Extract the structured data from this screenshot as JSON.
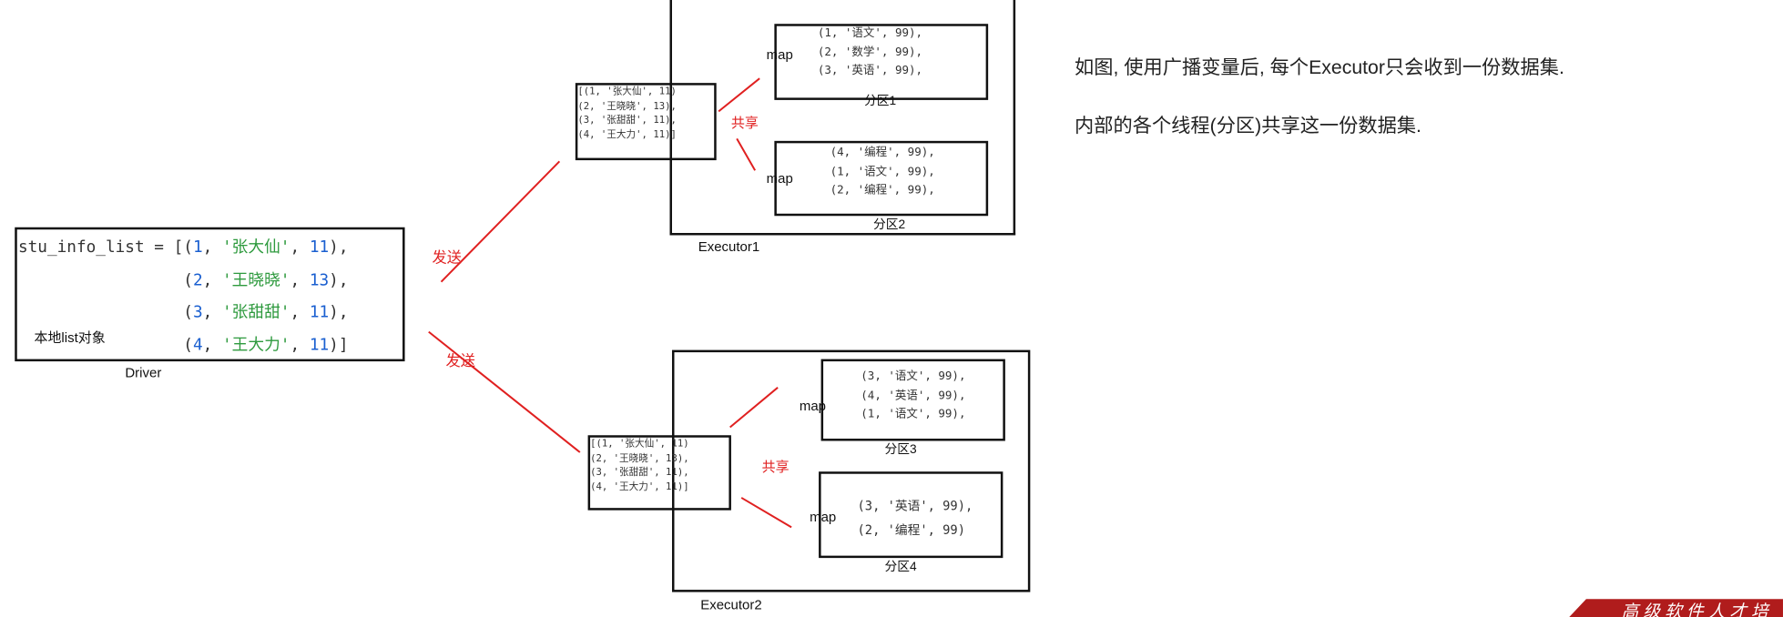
{
  "driver": {
    "code_lines": [
      {
        "prefix": "stu_info_list = [(",
        "n1": "1",
        "s": "'张大仙'",
        "n2": "11",
        "suffix": "),"
      },
      {
        "prefix": "                 (",
        "n1": "2",
        "s": "'王晓晓'",
        "n2": "13",
        "suffix": "),"
      },
      {
        "prefix": "                 (",
        "n1": "3",
        "s": "'张甜甜'",
        "n2": "11",
        "suffix": "),"
      },
      {
        "prefix": "                 (",
        "n1": "4",
        "s": "'王大力'",
        "n2": "11",
        "suffix": ")]"
      }
    ],
    "local_label": "本地list对象",
    "caption": "Driver"
  },
  "send_label": "发送",
  "share_label": "共享",
  "map_label": "map",
  "broadcast_list": [
    "[(1, '张大仙', 11)",
    "(2, '王晓晓', 13),",
    "(3, '张甜甜', 11),",
    "(4, '王大力', 11)]"
  ],
  "executors": [
    {
      "caption": "Executor1",
      "partitions": [
        {
          "caption": "分区1",
          "rows": [
            "(1, '语文', 99),",
            "(2, '数学', 99),",
            "(3, '英语', 99),"
          ]
        },
        {
          "caption": "分区2",
          "rows": [
            "(4, '编程', 99),",
            "(1, '语文', 99),",
            "(2, '编程', 99),"
          ]
        }
      ]
    },
    {
      "caption": "Executor2",
      "partitions": [
        {
          "caption": "分区3",
          "rows": [
            "(3, '语文', 99),",
            "(4, '英语', 99),",
            "(1, '语文', 99),"
          ]
        },
        {
          "caption": "分区4",
          "rows": [
            "(3, '英语', 99),",
            "(2, '编程', 99)"
          ]
        }
      ]
    }
  ],
  "explanation": [
    "如图, 使用广播变量后, 每个Executor只会收到一份数据集.",
    "内部的各个线程(分区)共享这一份数据集."
  ],
  "corner_banner": "高级软件人才培训专家",
  "colors": {
    "arrow": "#e02020",
    "number": "#1a5fd0",
    "string": "#2e9a3e",
    "banner": "#b01c1c"
  }
}
